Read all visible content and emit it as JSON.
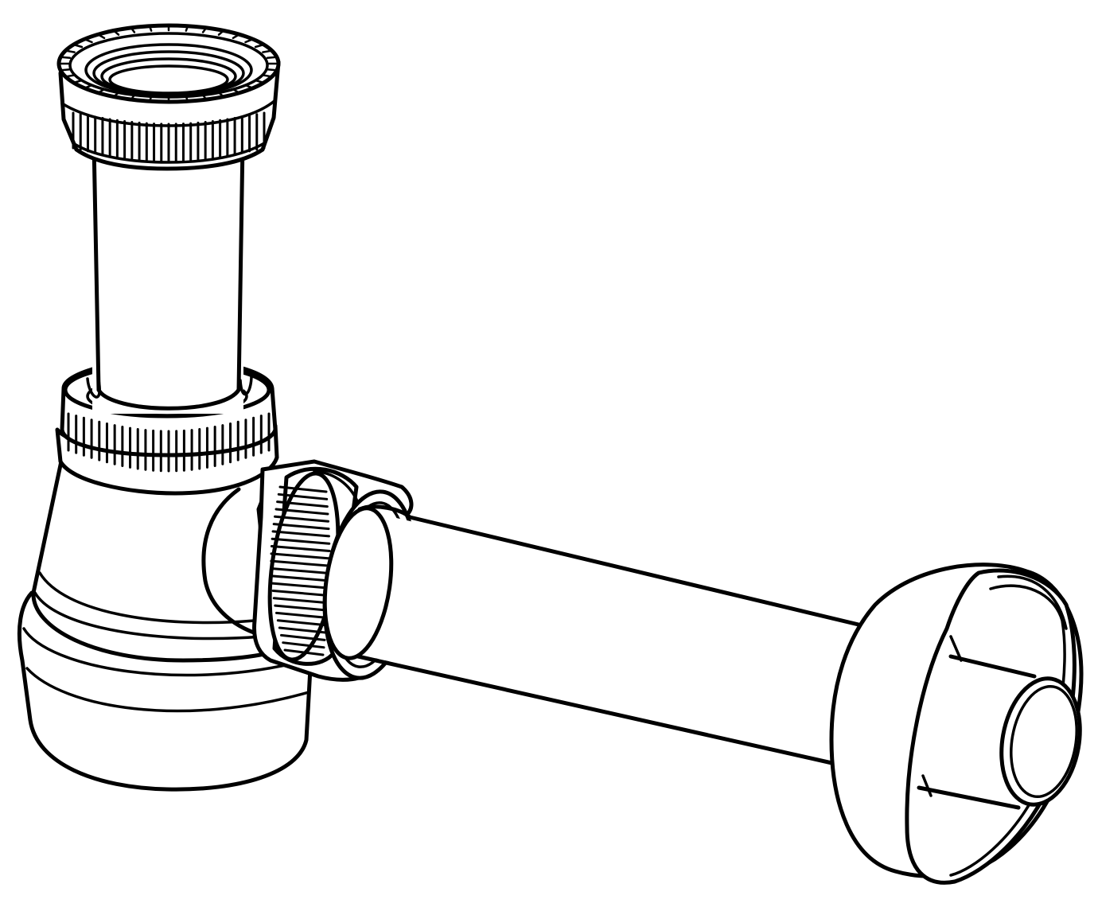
{
  "figure": {
    "subject": "bottle-trap-siphon",
    "style": "black line art on white",
    "colors": {
      "line": "#000000",
      "background": "#ffffff"
    },
    "parts": [
      {
        "name": "threaded-inlet-nut",
        "icon": "knurled-ring"
      },
      {
        "name": "vertical-tailpiece-tube",
        "icon": "tube"
      },
      {
        "name": "upper-knurled-nut",
        "icon": "knurled-ring"
      },
      {
        "name": "bottle-body",
        "icon": "bottle-trap"
      },
      {
        "name": "outlet-knurled-nut",
        "icon": "knurled-ring"
      },
      {
        "name": "horizontal-outlet-pipe",
        "icon": "tube"
      },
      {
        "name": "wall-rosette-flange",
        "icon": "rosette"
      }
    ]
  }
}
